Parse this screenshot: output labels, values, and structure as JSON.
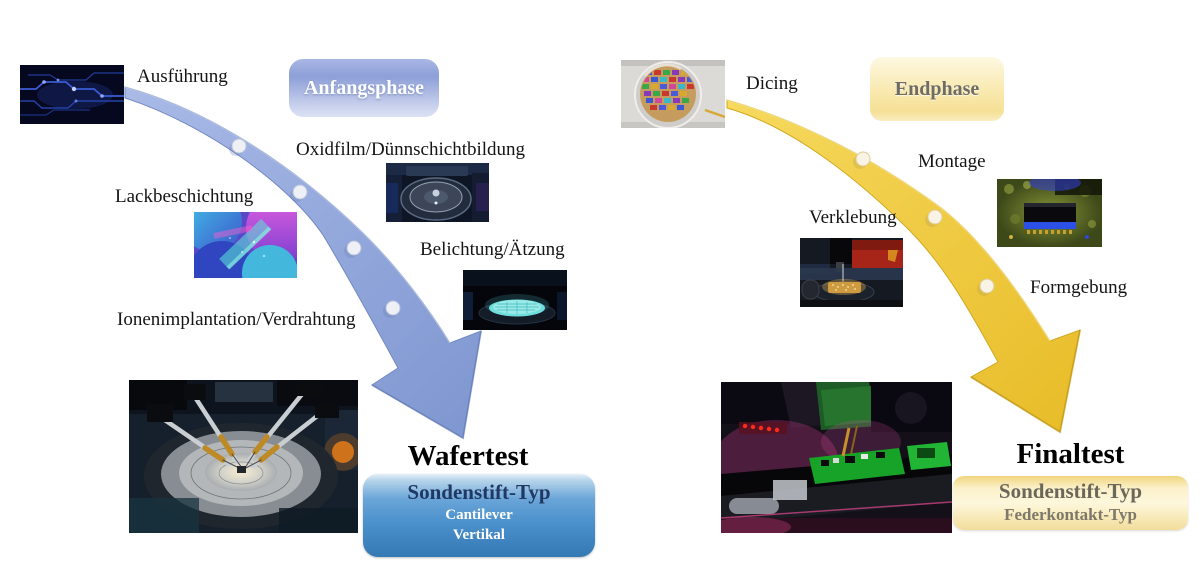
{
  "left_flow": {
    "phase_badge": "Anfangsphase",
    "step_ausfuehrung": "Ausführung",
    "step_oxidfilm": "Oxidfilm/Dünnschichtbildung",
    "step_lack": "Lackbeschichtung",
    "step_belichtung": "Belichtung/Ätzung",
    "step_ionen": "Ionenimplantation/Verdrahtung",
    "result_title": "Wafertest",
    "result_box": {
      "heading": "Sondenstift-Typ",
      "line1": "Cantilever",
      "line2": "Vertikal"
    },
    "accent_color": "#8da5da"
  },
  "right_flow": {
    "phase_badge": "Endphase",
    "step_dicing": "Dicing",
    "step_montage": "Montage",
    "step_verklebung": "Verklebung",
    "step_formgebung": "Formgebung",
    "result_title": "Finaltest",
    "result_box": {
      "heading": "Sondenstift-Typ",
      "line1": "Federkontakt-Typ"
    },
    "accent_color": "#eec93e"
  },
  "colors": {
    "blue_arrow": "#8da5da",
    "yellow_arrow": "#eec93e",
    "blue_box_heading_text": "#1f3864",
    "yellow_box_text": "#6b675a",
    "background": "#ffffff"
  },
  "icons": {
    "blue_flow_arrow": "curved-tapered-arrow-down-right",
    "yellow_flow_arrow": "curved-tapered-arrow-down-right",
    "flow_dots": "white-step-dots-along-arrow"
  },
  "images": {
    "ausfuehrung_photo": "dark-blue-circuit-board",
    "oxidfilm_photo": "thin-film-deposition-machine",
    "lack_photo": "colorful-coated-wafers",
    "belichtung_photo": "glowing-etched-wafer",
    "wafertest_photo": "wafer-prober-with-four-needles",
    "dicing_photo": "iridescent-diced-wafer",
    "montage_photo": "chip-mounted-on-pcb",
    "verklebung_photo": "die-bonding-machine",
    "finaltest_photo": "automated-pcb-final-test-machine"
  }
}
